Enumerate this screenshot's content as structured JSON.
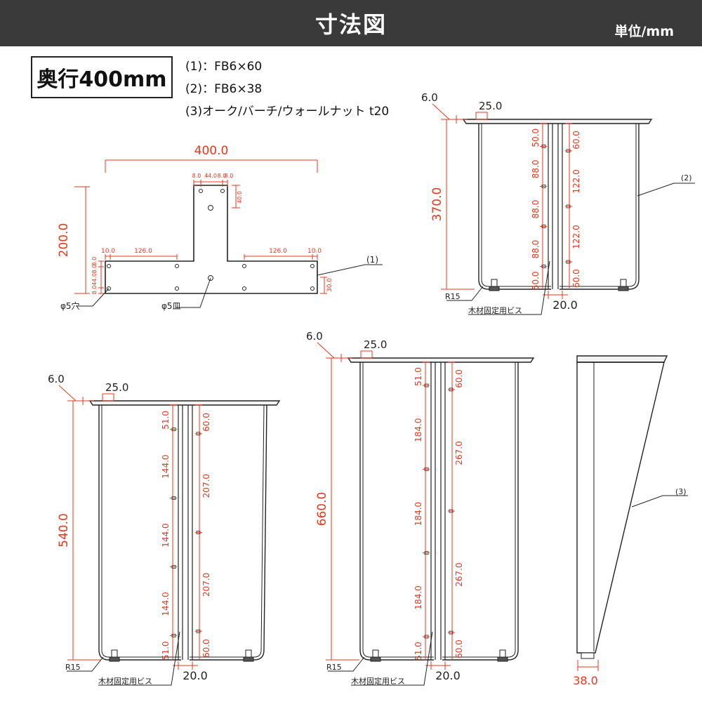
{
  "header": {
    "title": "寸法図",
    "unit": "単位/mm"
  },
  "depth_label": "奥行400mm",
  "notes": [
    "(1)：FB6×60",
    "(2)：FB6×38",
    "(3)オーク/バーチ/ウォールナット t20"
  ],
  "colors": {
    "dim": "#e8371c",
    "line": "#222222",
    "header": "#3a3a3a"
  },
  "plate": {
    "width": "400.0",
    "height": "200.0",
    "top_dims": [
      "8.0",
      "44.0",
      "8.0",
      "8.0"
    ],
    "top_side": "40.0",
    "left_a": "10.0",
    "left_b": "126.0",
    "right_a": "126.0",
    "right_b": "10.0",
    "left_side": [
      "8.0",
      "44.0",
      "8.0",
      "8.0"
    ],
    "right_side": "30.0",
    "callout": "(1)",
    "hole_a": "φ5穴",
    "hole_b": "φ5皿"
  },
  "leg370": {
    "top_offset": "6.0",
    "top_width": "25.0",
    "height": "370.0",
    "left_dims": [
      "50.0",
      "88.0",
      "88.0",
      "88.0",
      "50.0"
    ],
    "right_dims": [
      "60.0",
      "122.0",
      "122.0",
      "60.0"
    ],
    "radius": "R15",
    "bottom": "20.0",
    "screw": "木材固定用ビス",
    "callout": "(2)"
  },
  "leg540": {
    "top_offset": "6.0",
    "top_width": "25.0",
    "height": "540.0",
    "left_dims": [
      "51.0",
      "144.0",
      "144.0",
      "144.0",
      "51.0"
    ],
    "right_dims": [
      "60.0",
      "207.0",
      "207.0",
      "60.0"
    ],
    "radius": "R15",
    "bottom": "20.0",
    "screw": "木材固定用ビス"
  },
  "leg660": {
    "top_offset": "6.0",
    "top_width": "25.0",
    "height": "660.0",
    "left_dims": [
      "51.0",
      "184.0",
      "184.0",
      "184.0",
      "51.0"
    ],
    "right_dims": [
      "60.0",
      "267.0",
      "267.0",
      "60.0"
    ],
    "radius": "R15",
    "bottom": "20.0",
    "screw": "木材固定用ビス"
  },
  "side": {
    "callout": "(3)",
    "bottom": "38.0"
  }
}
